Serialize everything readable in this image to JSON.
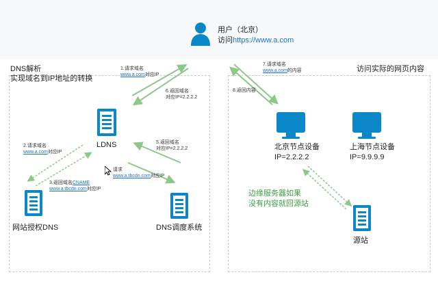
{
  "user": {
    "name": "用户（北京）",
    "visit_prefix": "访问",
    "visit_url": "https://www.a.com"
  },
  "left_panel": {
    "title_line1": "DNS解析",
    "title_line2": "实现域名到IP地址的转换"
  },
  "right_panel": {
    "title": "访问实际的网页内容"
  },
  "nodes": {
    "ldns": "LDNS",
    "auth_dns": "网站授权DNS",
    "dns_sched": "DNS调度系统",
    "beijing": "北京节点设备",
    "beijing_ip": "IP=2.2.2.2",
    "shanghai": "上海节点设备",
    "shanghai_ip": "IP=9.9.9.9",
    "origin": "源站"
  },
  "steps": {
    "s1_title": "1.请求域名",
    "s1_link": "www.a.com",
    "s1_suffix": "对应IP",
    "s2_title": "2.请求域名",
    "s2_link": "www.a.com",
    "s2_suffix": "对应IP",
    "s3_title": "3.返回域名",
    "s3_cname": "CNAME",
    "s3_link": "www.a.tbcdn.com",
    "s3_suffix": "对应IP",
    "s4_title": "请求",
    "s4_link": "www.a.tbcdn.com",
    "s4_suffix": "对应IP",
    "s5_title": "5.返回域名",
    "s5_line2": "对应IP=2.2.2.2",
    "s6_title": "6.返回域名",
    "s6_line2": "对应IP=2.2.2.2",
    "s7_title": "7.请求域名",
    "s7_link": "www.a.com",
    "s7_suffix": "的内容",
    "s8_title": "8.返回内容"
  },
  "edge_note": {
    "line1": "边缘服务器如果",
    "line2": "没有内容就回源站"
  },
  "colors": {
    "icon_blue": "#0a87c9",
    "arrow_green": "#8dc88a",
    "link_blue": "#1a73c8",
    "note_green": "#3aa040"
  }
}
